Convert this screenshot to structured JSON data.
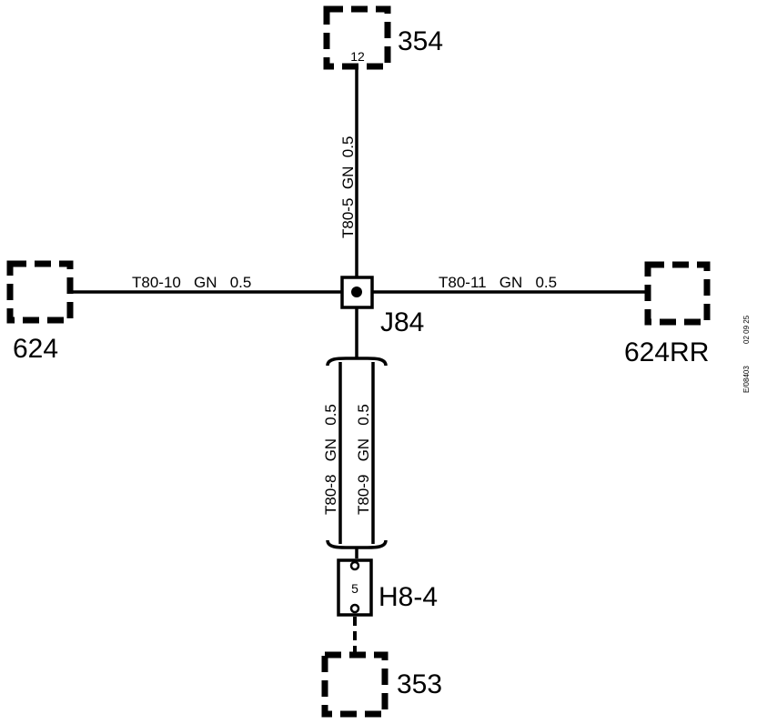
{
  "components": {
    "top": "354",
    "left": "624",
    "right": "624RR",
    "bottom": "353",
    "junction": "J84",
    "connector": "H8-4"
  },
  "pins": {
    "top_pin": "12",
    "connector_pin": "5"
  },
  "wires": {
    "top": "T80-5  GN  0.5",
    "left": "T80-10   GN   0.5",
    "right": "T80-11   GN   0.5",
    "bottom_a": "T80-8   GN   0.5",
    "bottom_b": "T80-9   GN   0.5"
  },
  "reference": {
    "code": "E/08403",
    "date": "02 09 25"
  }
}
